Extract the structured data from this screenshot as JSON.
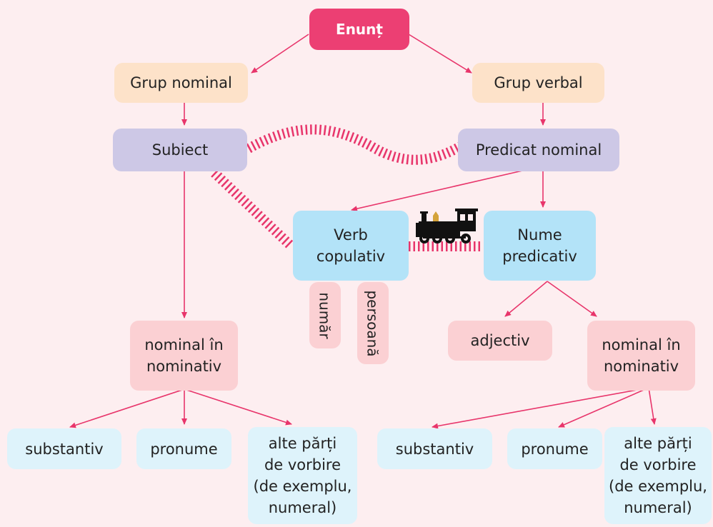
{
  "root": {
    "label": "Enunț"
  },
  "groups": {
    "nominal": "Grup nominal",
    "verbal": "Grup verbal"
  },
  "functions": {
    "subject": "Subiect",
    "predicate": "Predicat nominal"
  },
  "predicate_parts": {
    "verb": "Verb\ncopulativ",
    "name": "Nume\npredicativ"
  },
  "agreement": {
    "number": "număr",
    "person": "persoană"
  },
  "subject_branch": {
    "nominal": "nominal în\nnominativ",
    "items": [
      "substantiv",
      "pronume",
      "alte părți\nde vorbire\n(de exemplu,\nnumeral)"
    ]
  },
  "predicate_branch": {
    "adjective": "adjectiv",
    "nominal": "nominal în\nnominativ",
    "items": [
      "substantiv",
      "pronume",
      "alte părți\nde vorbire\n(de exemplu,\nnumeral)"
    ]
  },
  "colors": {
    "arrow": "#e8356b",
    "hatch": "#e8356b",
    "root": "#ec3f73"
  },
  "icons": {
    "train": "locomotive-icon"
  }
}
